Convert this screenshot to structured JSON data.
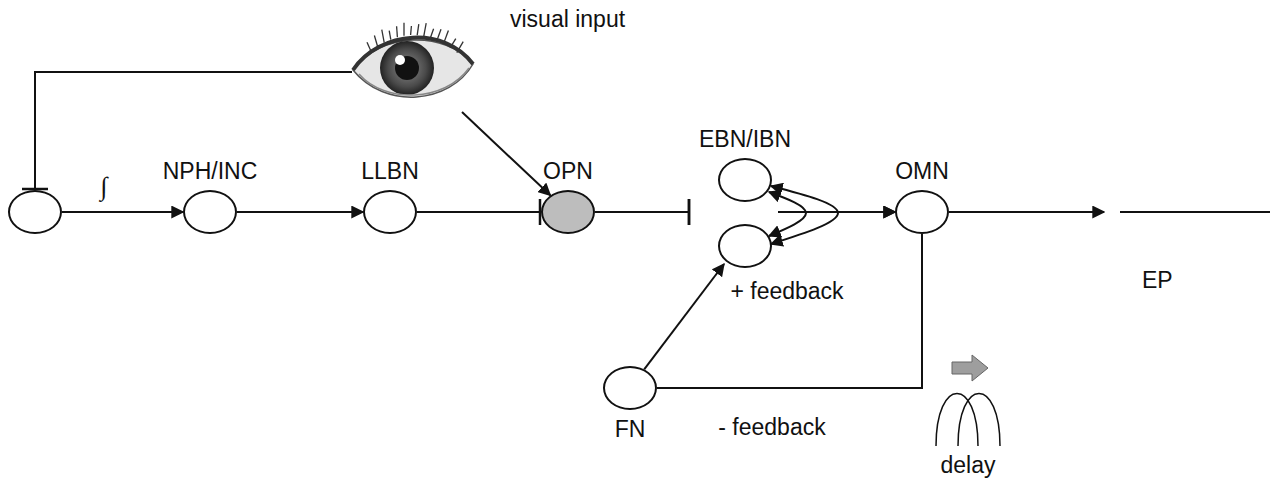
{
  "diagram": {
    "nodes": [
      {
        "text": [
          "visual input"
        ]
      },
      {
        "text": []
      },
      {
        "text": [
          "NPH/INC"
        ]
      },
      {
        "text": [
          "LLBN"
        ]
      },
      {
        "text": [
          "OPN"
        ]
      },
      {
        "text": [
          "EBN/IBN"
        ]
      },
      {
        "text": []
      },
      {
        "text": [
          "OMN"
        ]
      },
      {
        "text": [
          "FN"
        ]
      },
      {
        "text": [
          "EP"
        ]
      }
    ],
    "edges": [
      {
        "from": 0,
        "to": 1,
        "arrow": "to"
      },
      {
        "from": 1,
        "to": 2,
        "arrow": "to",
        "label": "∫"
      },
      {
        "from": 2,
        "to": 3,
        "arrow": "to"
      },
      {
        "from": 3,
        "to": 4,
        "arrow": "to"
      },
      {
        "from": 0,
        "to": 4,
        "arrow": "to"
      },
      {
        "from": 4,
        "to": 5,
        "arrow": "to"
      },
      {
        "from": 4,
        "to": 6,
        "arrow": "to"
      },
      {
        "from": 5,
        "to": 6,
        "arrow": "both"
      },
      {
        "from": 5,
        "to": 6,
        "arrow": "both"
      },
      {
        "from": 5,
        "to": 7,
        "arrow": "to"
      },
      {
        "from": 6,
        "to": 7,
        "arrow": "to"
      },
      {
        "from": 8,
        "to": 6,
        "arrow": "to"
      },
      {
        "from": 7,
        "to": 8,
        "arrow": "none",
        "label": "- feedback"
      },
      {
        "from": 7,
        "to": 9,
        "arrow": "to"
      }
    ],
    "labels": [
      "+ feedback",
      "delay"
    ]
  }
}
